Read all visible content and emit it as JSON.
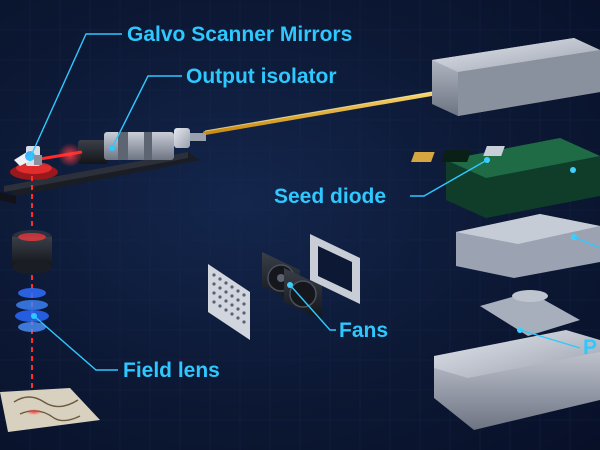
{
  "labels": {
    "galvo": "Galvo Scanner Mirrors",
    "isolator": "Output isolator",
    "seed": "Seed diode",
    "fans": "Fans",
    "field_lens": "Field lens",
    "partial": "P"
  },
  "colors": {
    "background": "#0c1834",
    "callout": "#2ec8ff",
    "fiber": "#e8b020",
    "laser": "#ff2a2a"
  },
  "icons": [
    "galvo-mirror-icon",
    "isolator-icon",
    "laser-beam-icon",
    "fan-icon",
    "lens-icon",
    "circuit-board-icon"
  ]
}
